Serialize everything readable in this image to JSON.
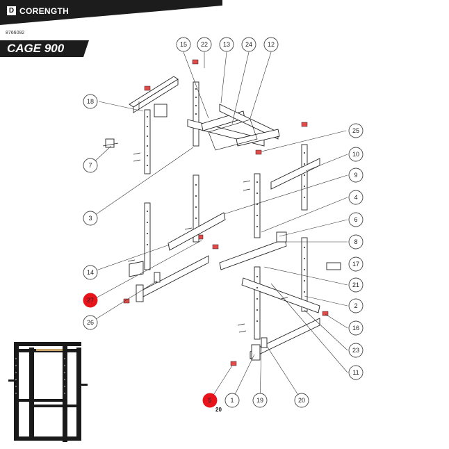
{
  "header": {
    "brand_mark": "D",
    "brand": "CORENGTH",
    "reference": "8766092",
    "title": "CAGE 900"
  },
  "colors": {
    "header_bg": "#1c1c1c",
    "accent_red": "#e8141b",
    "cap_red": "#e34a4a"
  },
  "callouts": [
    {
      "id": "c15",
      "label": "15",
      "highlight": false
    },
    {
      "id": "c22",
      "label": "22",
      "highlight": false
    },
    {
      "id": "c13",
      "label": "13",
      "highlight": false
    },
    {
      "id": "c24",
      "label": "24",
      "highlight": false
    },
    {
      "id": "c12",
      "label": "12",
      "highlight": false
    },
    {
      "id": "c18",
      "label": "18",
      "highlight": false
    },
    {
      "id": "c25",
      "label": "25",
      "highlight": false
    },
    {
      "id": "c7",
      "label": "7",
      "highlight": false
    },
    {
      "id": "c10",
      "label": "10",
      "highlight": false
    },
    {
      "id": "c9",
      "label": "9",
      "highlight": false
    },
    {
      "id": "c4",
      "label": "4",
      "highlight": false
    },
    {
      "id": "c3",
      "label": "3",
      "highlight": false
    },
    {
      "id": "c6",
      "label": "6",
      "highlight": false
    },
    {
      "id": "c8",
      "label": "8",
      "highlight": false
    },
    {
      "id": "c17",
      "label": "17",
      "highlight": false
    },
    {
      "id": "c14",
      "label": "14",
      "highlight": false
    },
    {
      "id": "c21",
      "label": "21",
      "highlight": false
    },
    {
      "id": "c27",
      "label": "27",
      "highlight": true
    },
    {
      "id": "c2",
      "label": "2",
      "highlight": false
    },
    {
      "id": "c26",
      "label": "26",
      "highlight": false
    },
    {
      "id": "c16",
      "label": "16",
      "highlight": false
    },
    {
      "id": "c23",
      "label": "23",
      "highlight": false
    },
    {
      "id": "c11",
      "label": "11",
      "highlight": false
    },
    {
      "id": "c5",
      "label": "5",
      "highlight": true
    },
    {
      "id": "c1",
      "label": "1",
      "highlight": false
    },
    {
      "id": "c19",
      "label": "19",
      "highlight": false
    },
    {
      "id": "c20",
      "label": "20",
      "highlight": false
    }
  ],
  "extra_label": "20"
}
